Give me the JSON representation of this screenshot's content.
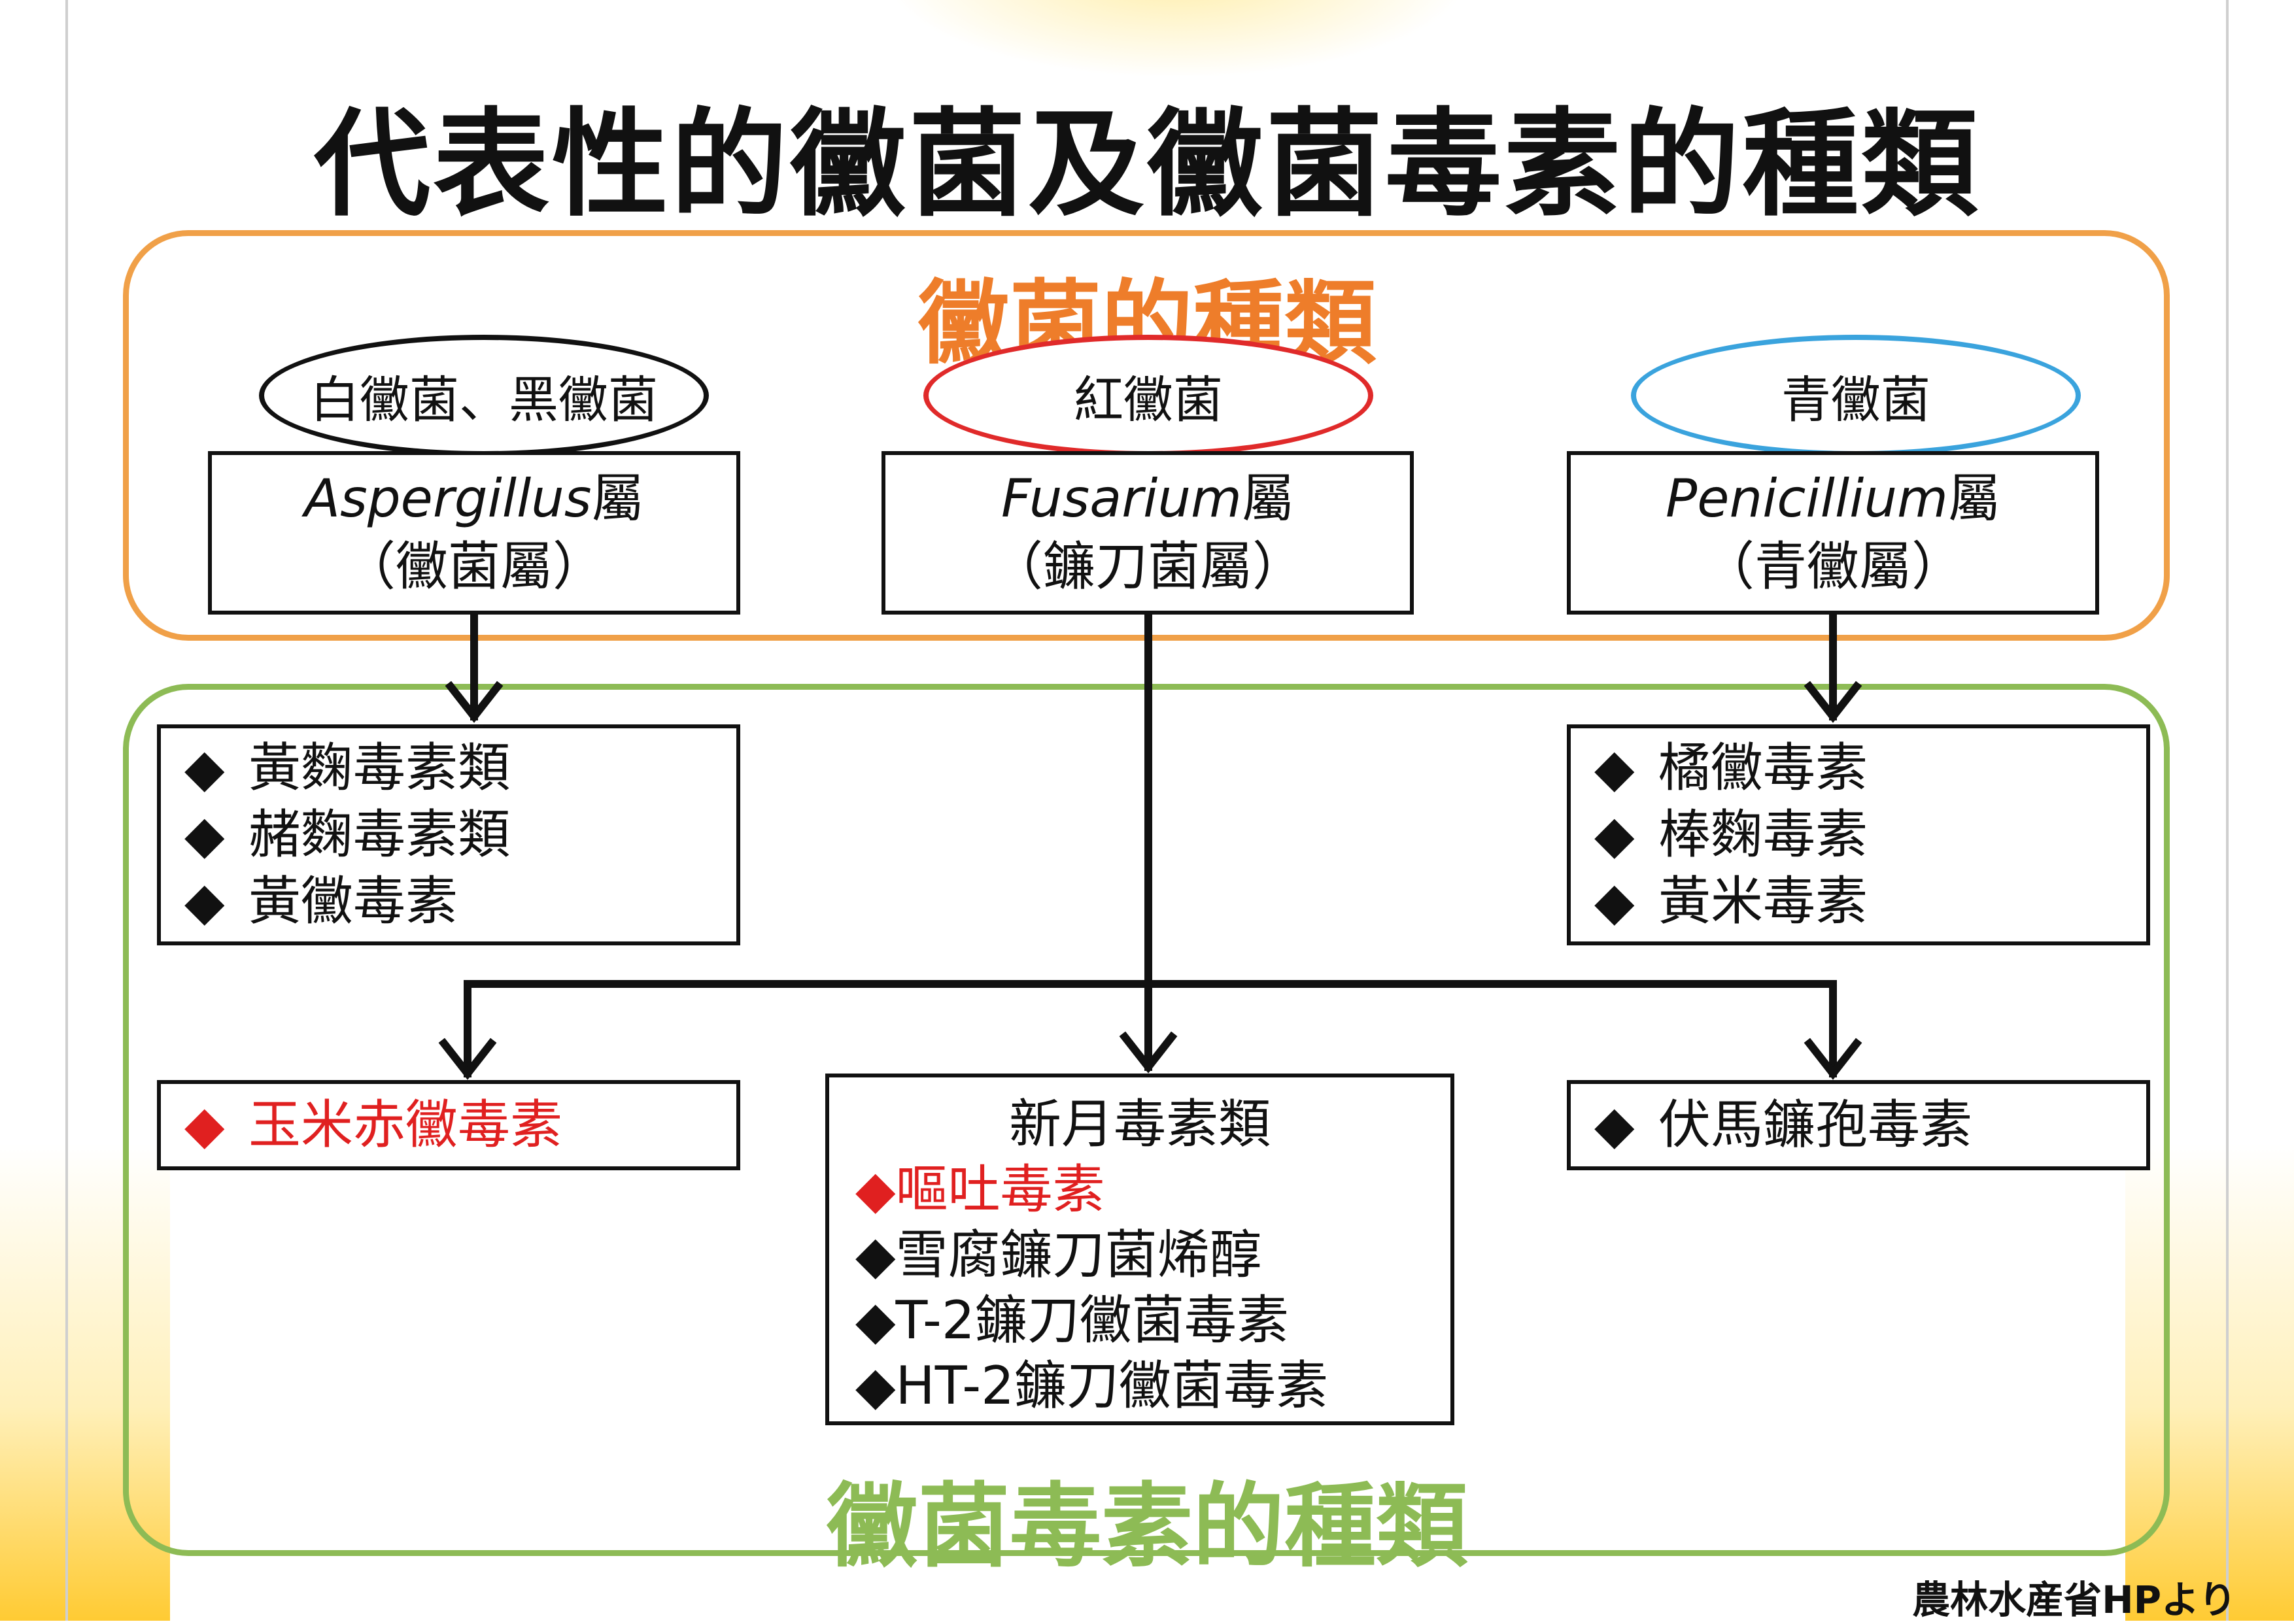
{
  "title": "代表性的黴菌及黴菌毒素的種類",
  "sections": {
    "fungi_title": "黴菌的種類",
    "toxins_title": "黴菌毒素的種類"
  },
  "fungi_groups": [
    {
      "color_name": "白黴菌、黑黴菌",
      "genus_latin": "Aspergillus",
      "genus_suffix": "屬",
      "genus_common": "（黴菌屬）",
      "ellipse_color": "#111111"
    },
    {
      "color_name": "紅黴菌",
      "genus_latin": "Fusarium",
      "genus_suffix": "屬",
      "genus_common": "（鐮刀菌屬）",
      "ellipse_color": "#e02a2a"
    },
    {
      "color_name": "青黴菌",
      "genus_latin": "Penicillium",
      "genus_suffix": "屬",
      "genus_common": "（青黴屬）",
      "ellipse_color": "#3aa3dd"
    }
  ],
  "aspergillus_toxins": [
    "黃麴毒素類",
    "赭麴毒素類",
    "黃黴毒素"
  ],
  "penicillium_toxins": [
    "橘黴毒素",
    "棒麴毒素",
    "黃米毒素"
  ],
  "zearalenone": "玉米赤黴毒素",
  "fumonisin": "伏馬鐮孢毒素",
  "fusarium_toxins": {
    "heading": "新月毒素類",
    "items": [
      {
        "text": "嘔吐毒素",
        "highlight": true
      },
      {
        "text": "雪腐鐮刀菌烯醇",
        "highlight": false
      },
      {
        "text": "T-2鐮刀黴菌毒素",
        "highlight": false
      },
      {
        "text": "HT-2鐮刀黴菌毒素",
        "highlight": false
      }
    ]
  },
  "bullet": "◆",
  "source": "農林水産省HPより",
  "colors": {
    "fungi_panel": "#f0a048",
    "toxins_panel": "#8dbb55",
    "highlight": "#e02020"
  }
}
